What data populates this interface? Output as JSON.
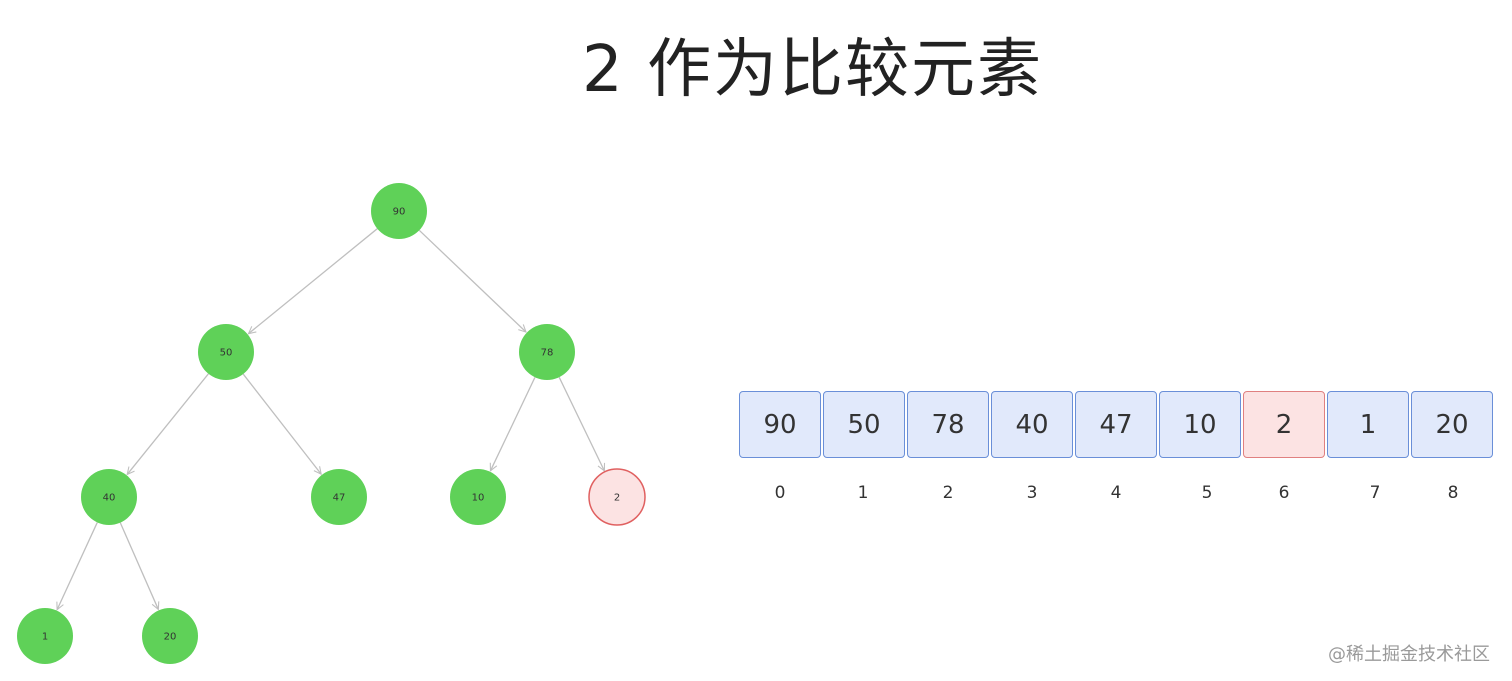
{
  "title": "2 作为比较元素",
  "colors": {
    "node_fill": "#5fd158",
    "highlight_fill": "#fce3e3",
    "highlight_stroke": "#e06060",
    "edge": "#bfbfbf",
    "cell_fill": "#e1e9fb",
    "cell_stroke": "#6a8fd8"
  },
  "tree": {
    "nodes": [
      {
        "id": "n0",
        "label": "90",
        "highlight": false
      },
      {
        "id": "n1",
        "label": "50",
        "highlight": false
      },
      {
        "id": "n2",
        "label": "78",
        "highlight": false
      },
      {
        "id": "n3",
        "label": "40",
        "highlight": false
      },
      {
        "id": "n4",
        "label": "47",
        "highlight": false
      },
      {
        "id": "n5",
        "label": "10",
        "highlight": false
      },
      {
        "id": "n6",
        "label": "2",
        "highlight": true
      },
      {
        "id": "n7",
        "label": "1",
        "highlight": false
      },
      {
        "id": "n8",
        "label": "20",
        "highlight": false
      }
    ],
    "edges": [
      [
        "n0",
        "n1"
      ],
      [
        "n0",
        "n2"
      ],
      [
        "n1",
        "n3"
      ],
      [
        "n1",
        "n4"
      ],
      [
        "n2",
        "n5"
      ],
      [
        "n2",
        "n6"
      ],
      [
        "n3",
        "n7"
      ],
      [
        "n3",
        "n8"
      ]
    ]
  },
  "array": {
    "values": [
      "90",
      "50",
      "78",
      "40",
      "47",
      "10",
      "2",
      "1",
      "20"
    ],
    "indices": [
      "0",
      "1",
      "2",
      "3",
      "4",
      "5",
      "6",
      "7",
      "8"
    ],
    "highlight_index": 6
  },
  "watermark": "@稀土掘金技术社区"
}
